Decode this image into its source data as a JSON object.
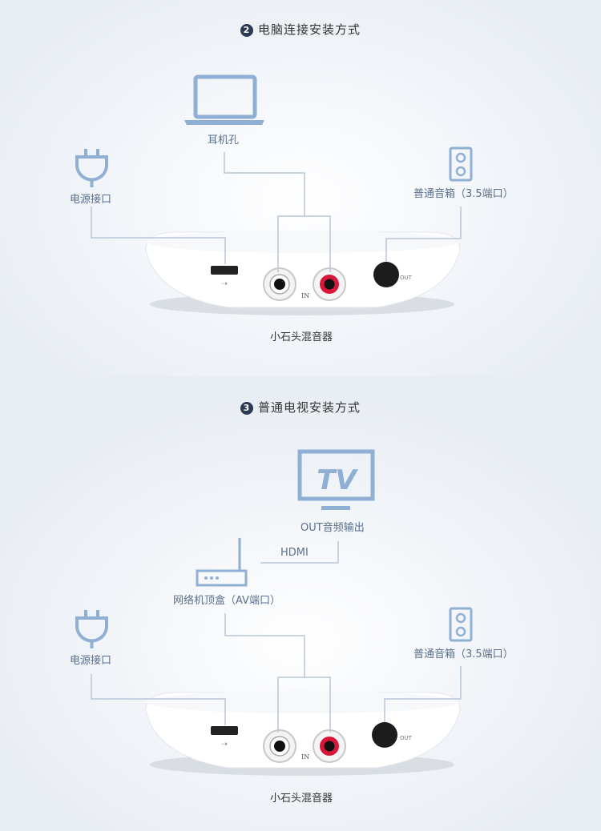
{
  "section1": {
    "number": "2",
    "title": "电脑连接安装方式",
    "laptop_label": "耳机孔",
    "power_label": "电源接口",
    "speaker_label": "普通音箱（3.5端口）",
    "device_caption": "小石头混音器",
    "in_text": "IN",
    "out_text": "OUT"
  },
  "section2": {
    "number": "3",
    "title": "普通电视安装方式",
    "tv_text": "TV",
    "tv_label": "OUT音频输出",
    "hdmi_label": "HDMI",
    "router_label": "网络机顶盒（AV端口）",
    "power_label": "电源接口",
    "speaker_label": "普通音箱（3.5端口）",
    "device_caption": "小石头混音器",
    "in_text": "IN",
    "out_text": "OUT"
  },
  "colors": {
    "icon": "#8fb0d4",
    "line": "#b8c6d8",
    "label": "#5a6f8c",
    "badge": "#2b3a52",
    "red_jack": "#d8173a"
  }
}
